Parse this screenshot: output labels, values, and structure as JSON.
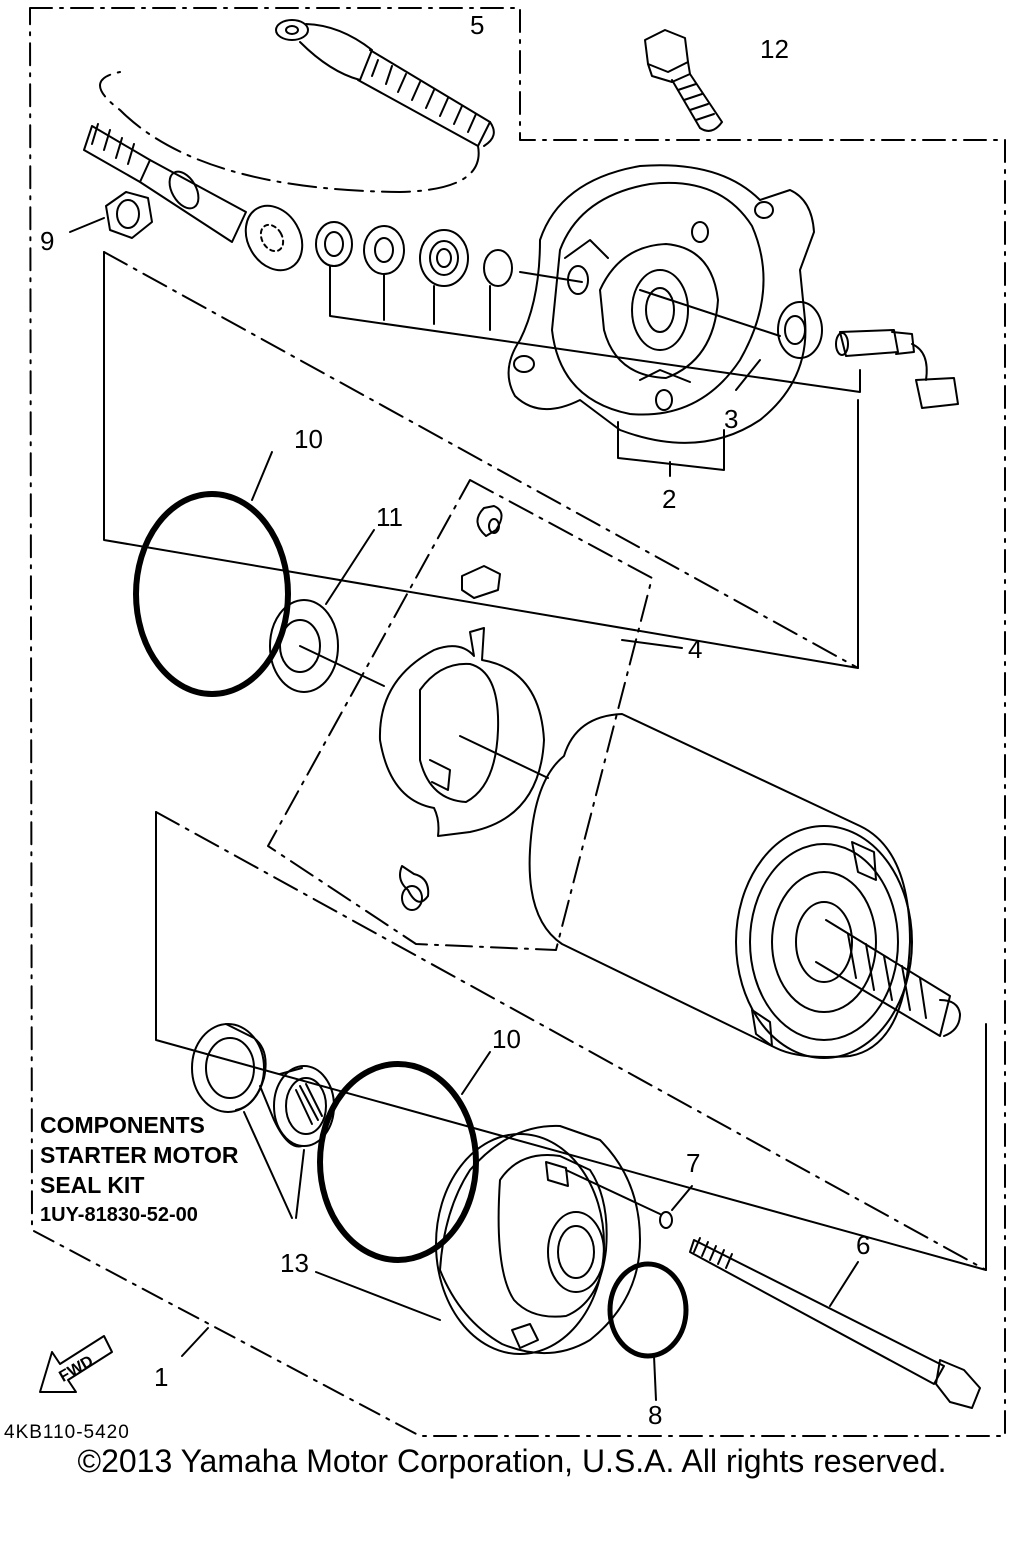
{
  "labels": {
    "l1": "1",
    "l2": "2",
    "l3": "3",
    "l4": "4",
    "l5": "5",
    "l6": "6",
    "l7": "7",
    "l8": "8",
    "l9": "9",
    "l10a": "10",
    "l10b": "10",
    "l11": "11",
    "l12": "12",
    "l13": "13"
  },
  "arrow": {
    "text": "FWD"
  },
  "components": {
    "line1": "COMPONENTS",
    "line2": "STARTER MOTOR",
    "line3": "SEAL KIT",
    "part_number": "1UY-81830-52-00"
  },
  "diagram_code": "4KB110-5420",
  "copyright": "©2013 Yamaha Motor Corporation, U.S.A. All rights reserved.",
  "colors": {
    "ink": "#000000",
    "paper": "#ffffff"
  }
}
